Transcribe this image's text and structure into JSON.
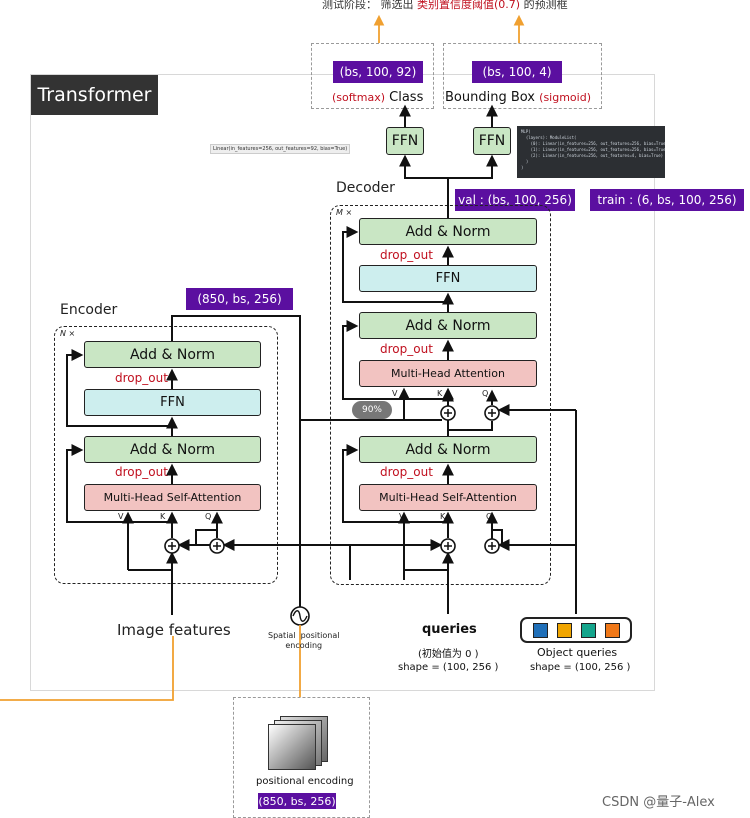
{
  "top_note": {
    "prefix": "测试阶段：  筛选出 ",
    "highlight": "类别置信度阈值(0.7)",
    "suffix": " 的预测框"
  },
  "title": "Transformer",
  "outputs": {
    "class": {
      "shape": "(bs, 100, 92)",
      "activation": "(softmax)",
      "label": "Class"
    },
    "bbox": {
      "shape": "(bs, 100, 4)",
      "label": "Bounding Box",
      "activation": "(sigmoid)"
    }
  },
  "ffn_label": "FFN",
  "linear_note": "Linear(in_features=256, out_features=92, bias=True)",
  "mlp_code": "MLP(\n  (layers): ModuleList(\n    (0): Linear(in_features=256, out_features=256, bias=True)\n    (1): Linear(in_features=256, out_features=256, bias=True)\n    (2): Linear(in_features=256, out_features=4, bias=True)\n  )\n)",
  "decoder": {
    "label": "Decoder",
    "repeat": "M ×",
    "val_shape": "val : (bs, 100, 256)",
    "train_shape": "train : (6, bs, 100, 256)",
    "add_norm": "Add & Norm",
    "ffn": "FFN",
    "mha": "Multi-Head  Attention",
    "self_att": "Multi-Head  Self-Attention",
    "drop_out": "drop_out",
    "ports": [
      "V",
      "K",
      "Q"
    ]
  },
  "encoder": {
    "label": "Encoder",
    "repeat": "N ×",
    "shape": "(850, bs, 256)",
    "add_norm": "Add & Norm",
    "ffn": "FFN",
    "self_att": "Multi-Head  Self-Attention",
    "drop_out": "drop_out",
    "ports": [
      "V",
      "K",
      "Q"
    ]
  },
  "progress_badge": "90%",
  "image_features": "Image features",
  "spatial_encoding": "Spatial  positional\nencoding",
  "queries": {
    "label": "queries",
    "note": "(初始值为 0 )",
    "shape": "shape = (100, 256 )"
  },
  "object_queries": {
    "label": "Object  queries",
    "shape": "shape = (100, 256 )",
    "colors": [
      "#1f6fb8",
      "#f0a500",
      "#14a58c",
      "#f07818"
    ]
  },
  "pos_encoding": {
    "label": "positional encoding",
    "shape": "(850, bs, 256)"
  },
  "watermark": "CSDN @量子-Alex",
  "colors": {
    "purple": "#5b0fa0",
    "orange": "#f0a030",
    "norm": "#c9e6c4",
    "ffn": "#cdeeee",
    "attention": "#f2c3c1",
    "accent_red": "#c0101f"
  }
}
